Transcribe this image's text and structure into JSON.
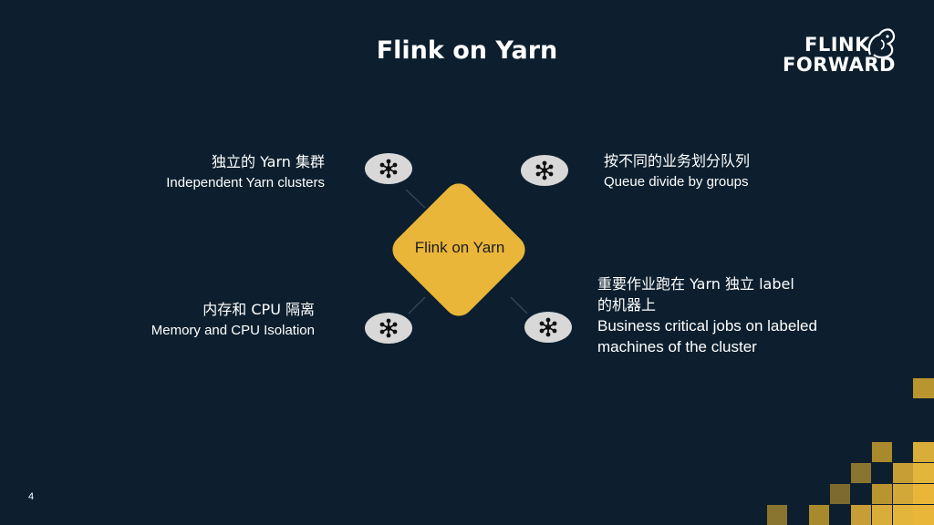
{
  "slide": {
    "title": "Flink on Yarn",
    "page_number": "4"
  },
  "logo": {
    "line1": "FLINK",
    "line2": "FORWARD"
  },
  "center": {
    "label": "Flink on Yarn"
  },
  "items": {
    "top_left": {
      "cn": "独立的 Yarn 集群",
      "en": "Independent Yarn clusters"
    },
    "top_right": {
      "cn": "按不同的业务划分队列",
      "en": "Queue divide by groups"
    },
    "bottom_left": {
      "cn": "内存和 CPU 隔离",
      "en": "Memory and CPU Isolation"
    },
    "bottom_right": {
      "cn_line1": "重要作业跑在 Yarn 独立 label",
      "cn_line2": "的机器上",
      "en_line1": "Business critical jobs on labeled",
      "en_line2": "machines of the cluster"
    }
  },
  "icons": {
    "node": "cluster-node-icon",
    "logo": "squirrel-logo-icon"
  },
  "colors": {
    "background": "#0d1f2e",
    "accent": "#e9b63a",
    "node": "#d8d8d8",
    "text": "#ffffff"
  }
}
